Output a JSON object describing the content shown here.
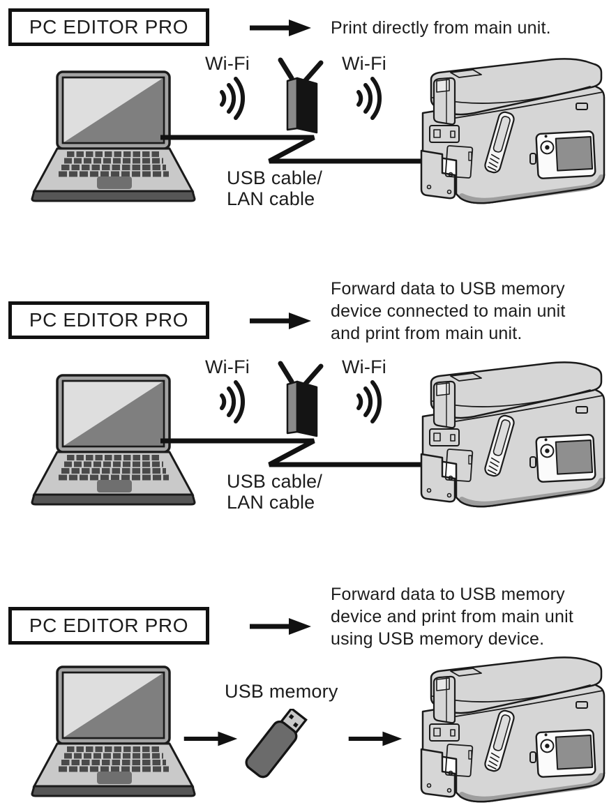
{
  "figure": {
    "kind": "printer-connection-workflow-diagram",
    "background": "#ffffff"
  },
  "colors": {
    "outline": "#1a1a1a",
    "text": "#1c1c1c",
    "laptop_screen_light": "#dedede",
    "laptop_screen_dark": "#7f7f7f",
    "laptop_body": "#c9c9c9",
    "laptop_keys": "#4a4a4a",
    "printer_body": "#d6d6d6",
    "printer_base": "#9e9e9e",
    "printer_screen": "#8f8f8f",
    "router_front": "#141414",
    "router_side": "#8a8a8a",
    "usb_body": "#6b6b6b",
    "usb_connector": "#c9c9c9"
  },
  "sections": [
    {
      "app_label": "PC EDITOR PRO",
      "description_lines": [
        "Print directly from main unit."
      ],
      "wifi_left_label": "Wi-Fi",
      "wifi_right_label": "Wi-Fi",
      "cable_labels": [
        "USB cable/",
        "LAN cable"
      ]
    },
    {
      "app_label": "PC EDITOR PRO",
      "description_lines": [
        "Forward data to USB memory",
        "device connected to main unit",
        "and print from main unit."
      ],
      "wifi_left_label": "Wi-Fi",
      "wifi_right_label": "Wi-Fi",
      "cable_labels": [
        "USB cable/",
        "LAN cable"
      ]
    },
    {
      "app_label": "PC EDITOR PRO",
      "description_lines": [
        "Forward data to USB memory",
        "device and print from main unit",
        "using USB memory device."
      ],
      "usb_memory_label": "USB memory"
    }
  ]
}
